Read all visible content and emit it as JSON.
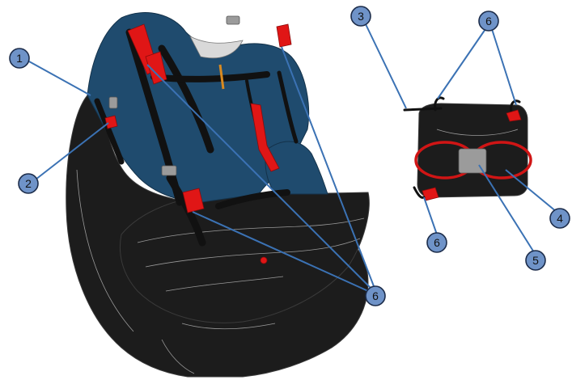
{
  "callouts": [
    {
      "label": "1"
    },
    {
      "label": "2"
    },
    {
      "label": "3"
    },
    {
      "label": "6"
    },
    {
      "label": "4"
    },
    {
      "label": "6"
    },
    {
      "label": "5"
    },
    {
      "label": "6"
    }
  ],
  "colors": {
    "callout_fill": "#6f93c8",
    "leader_line": "#3b72b4",
    "harness_black": "#1c1c1c",
    "harness_blue": "#1f4b6e",
    "accent_red": "#e01616"
  }
}
